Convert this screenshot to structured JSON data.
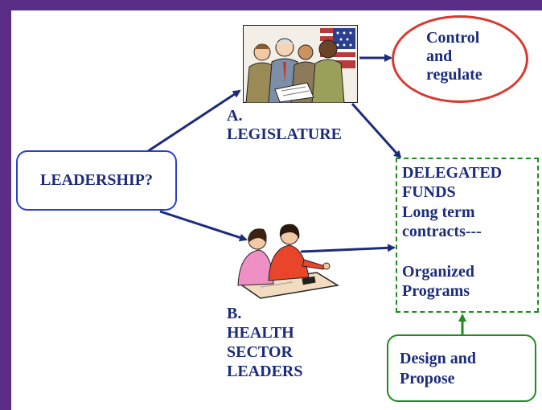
{
  "leadership": {
    "label": "LEADERSHIP?"
  },
  "legislature": {
    "letter": "A.",
    "name": "LEGISLATURE"
  },
  "health": {
    "letter": "B.",
    "line1": "HEALTH",
    "line2": "SECTOR",
    "line3": "LEADERS"
  },
  "control": {
    "line1": "Control",
    "line2": "and",
    "line3": "regulate"
  },
  "delegated": {
    "line1": "DELEGATED",
    "line2": "FUNDS",
    "line3": "Long term",
    "line4": "contracts---",
    "line5": "Organized",
    "line6": "Programs"
  },
  "design": {
    "line1": "Design and",
    "line2": "Propose"
  },
  "colors": {
    "frame": "#5a2d86",
    "text": "#1c2c7a",
    "arrow": "#1c2c7a",
    "oval_border": "#d93a2f",
    "green": "#1e8c1e",
    "blue_box": "#2a3fcc"
  },
  "icons": [
    "legislators-clipart-icon",
    "health-leaders-clipart-icon"
  ]
}
